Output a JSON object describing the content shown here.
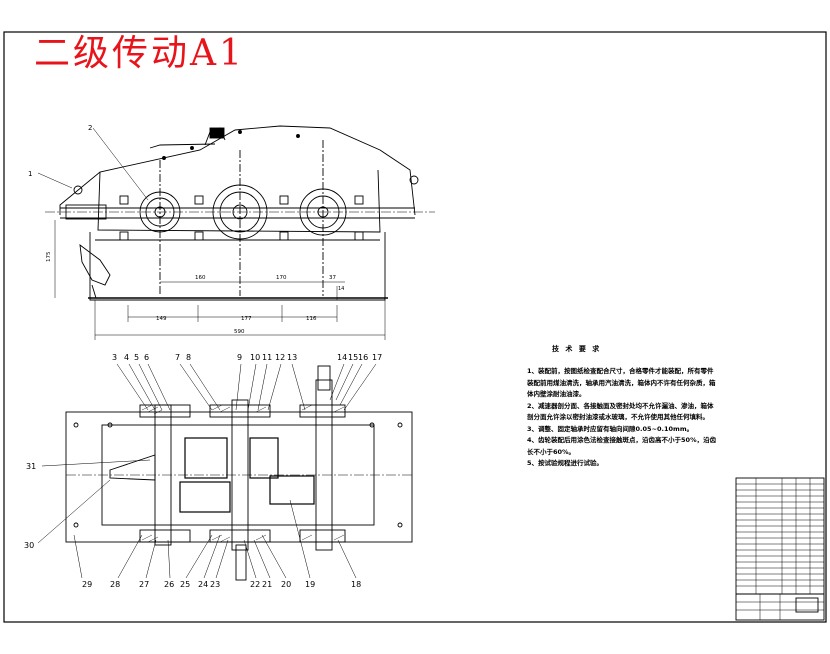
{
  "title": "二级传动A1",
  "front_view": {
    "part_labels": [
      "1",
      "2"
    ],
    "dimensions": [
      "160",
      "170",
      "37",
      "175",
      "149",
      "177",
      "116",
      "590",
      "14"
    ]
  },
  "plan_view": {
    "top_labels": [
      "3",
      "4",
      "5",
      "6",
      "7",
      "8",
      "9",
      "10",
      "11",
      "12",
      "13",
      "14",
      "15",
      "16",
      "17"
    ],
    "bottom_labels": [
      "29",
      "28",
      "27",
      "26",
      "25",
      "24",
      "23",
      "22",
      "21",
      "20",
      "19",
      "18"
    ],
    "left_labels": [
      "31",
      "30"
    ]
  },
  "technical_requirements": {
    "heading": "技 术 要 求",
    "items": [
      "1、装配前，按图纸检查配合尺寸，合格零件才能装配，所有零件装配前用煤油清洗，轴承用汽油清洗，箱体内不许有任何杂质，箱体内壁涂耐油油漆。",
      "2、减速器剖分面、各接触面及密封处均不允许漏油、渗油，箱体剖分面允许涂以密封油漆或水玻璃，不允许使用其他任何填料。",
      "3、调整、固定轴承时应留有轴向间隙0.05~0.10mm。",
      "4、齿轮装配后用涂色法检查接触斑点，沿齿高不小于50%，沿齿长不小于60%。",
      "5、按试验规程进行试验。"
    ]
  },
  "colors": {
    "title": "#e8141c",
    "lines": "#000000",
    "background": "#ffffff"
  }
}
